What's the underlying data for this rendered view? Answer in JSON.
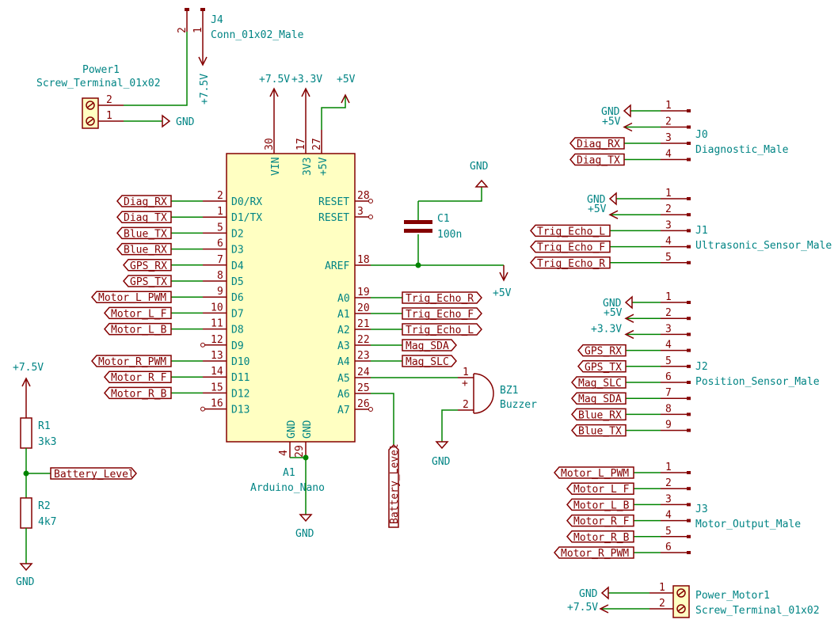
{
  "colors": {
    "wire": "#008400",
    "symbol": "#840000",
    "body_fill": "#ffffc2",
    "text": "#008484",
    "label_text": "#840000"
  },
  "power_symbols": {
    "vcc75": "+7.5V",
    "vcc33": "+3.3V",
    "vcc5": "+5V",
    "gnd": "GND"
  },
  "J4": {
    "ref": "J4",
    "value": "Conn_01x02_Male",
    "pin1": "1",
    "pin2": "2"
  },
  "Power1": {
    "ref": "Power1",
    "value": "Screw_Terminal_01x02",
    "pin1": "1",
    "pin2": "2"
  },
  "A1": {
    "ref": "A1",
    "value": "Arduino_Nano",
    "left_pins": [
      {
        "num": "2",
        "name": "D0/RX",
        "net": "Diag_RX"
      },
      {
        "num": "1",
        "name": "D1/TX",
        "net": "Diag_TX"
      },
      {
        "num": "5",
        "name": "D2",
        "net": "Blue_TX"
      },
      {
        "num": "6",
        "name": "D3",
        "net": "Blue_RX"
      },
      {
        "num": "7",
        "name": "D4",
        "net": "GPS_RX"
      },
      {
        "num": "8",
        "name": "D5",
        "net": "GPS_TX"
      },
      {
        "num": "9",
        "name": "D6",
        "net": "Motor_L_PWM"
      },
      {
        "num": "10",
        "name": "D7",
        "net": "Motor_L_F"
      },
      {
        "num": "11",
        "name": "D8",
        "net": "Motor_L_B"
      },
      {
        "num": "12",
        "name": "D9",
        "net": ""
      },
      {
        "num": "13",
        "name": "D10",
        "net": "Motor_R_PWM"
      },
      {
        "num": "14",
        "name": "D11",
        "net": "Motor_R_F"
      },
      {
        "num": "15",
        "name": "D12",
        "net": "Motor_R_B"
      },
      {
        "num": "16",
        "name": "D13",
        "net": ""
      }
    ],
    "right_pins": [
      {
        "num": "28",
        "name": "RESET",
        "net": ""
      },
      {
        "num": "3",
        "name": "RESET",
        "net": ""
      },
      {
        "num": "18",
        "name": "AREF",
        "net": ""
      },
      {
        "num": "19",
        "name": "A0",
        "net": "Trig_Echo_R"
      },
      {
        "num": "20",
        "name": "A1",
        "net": "Trig_Echo_F"
      },
      {
        "num": "21",
        "name": "A2",
        "net": "Trig_Echo_L"
      },
      {
        "num": "22",
        "name": "A3",
        "net": "Mag_SDA"
      },
      {
        "num": "23",
        "name": "A4",
        "net": "Mag_SLC"
      },
      {
        "num": "24",
        "name": "A5",
        "net": ""
      },
      {
        "num": "25",
        "name": "A6",
        "net": ""
      },
      {
        "num": "26",
        "name": "A7",
        "net": ""
      }
    ],
    "top_pins": [
      {
        "num": "30",
        "name": "VIN"
      },
      {
        "num": "17",
        "name": "3V3"
      },
      {
        "num": "27",
        "name": "+5V"
      }
    ],
    "bottom_pins": [
      {
        "num": "4",
        "name": "GND"
      },
      {
        "num": "29",
        "name": "GND"
      }
    ]
  },
  "battery_label": "Battery_Level",
  "C1": {
    "ref": "C1",
    "value": "100n"
  },
  "BZ1": {
    "ref": "BZ1",
    "value": "Buzzer",
    "pin1": "1",
    "pin2": "2"
  },
  "R1": {
    "ref": "R1",
    "value": "3k3"
  },
  "R2": {
    "ref": "R2",
    "value": "4k7"
  },
  "J0": {
    "ref": "J0",
    "value": "Diagnostic_Male",
    "pins": [
      {
        "num": "1",
        "net": "GND",
        "kind": "gnd"
      },
      {
        "num": "2",
        "net": "+5V",
        "kind": "pwr"
      },
      {
        "num": "3",
        "net": "Diag_RX",
        "kind": "label"
      },
      {
        "num": "4",
        "net": "Diag_TX",
        "kind": "label"
      }
    ]
  },
  "J1": {
    "ref": "J1",
    "value": "Ultrasonic_Sensor_Male",
    "pins": [
      {
        "num": "1",
        "net": "GND",
        "kind": "gnd"
      },
      {
        "num": "2",
        "net": "+5V",
        "kind": "pwr"
      },
      {
        "num": "3",
        "net": "Trig_Echo_L",
        "kind": "label"
      },
      {
        "num": "4",
        "net": "Trig_Echo_F",
        "kind": "label"
      },
      {
        "num": "5",
        "net": "Trig_Echo_R",
        "kind": "label"
      }
    ]
  },
  "J2": {
    "ref": "J2",
    "value": "Position_Sensor_Male",
    "pins": [
      {
        "num": "1",
        "net": "GND",
        "kind": "gnd"
      },
      {
        "num": "2",
        "net": "+5V",
        "kind": "pwr"
      },
      {
        "num": "3",
        "net": "+3.3V",
        "kind": "pwr"
      },
      {
        "num": "4",
        "net": "GPS_RX",
        "kind": "label"
      },
      {
        "num": "5",
        "net": "GPS_TX",
        "kind": "label"
      },
      {
        "num": "6",
        "net": "Mag_SLC",
        "kind": "label"
      },
      {
        "num": "7",
        "net": "Mag_SDA",
        "kind": "label"
      },
      {
        "num": "8",
        "net": "Blue_RX",
        "kind": "label"
      },
      {
        "num": "9",
        "net": "Blue_TX",
        "kind": "label"
      }
    ]
  },
  "J3": {
    "ref": "J3",
    "value": "Motor_Output_Male",
    "pins": [
      {
        "num": "1",
        "net": "Motor_L_PWM",
        "kind": "label"
      },
      {
        "num": "2",
        "net": "Motor_L_F",
        "kind": "label"
      },
      {
        "num": "3",
        "net": "Motor_L_B",
        "kind": "label"
      },
      {
        "num": "4",
        "net": "Motor_R_F",
        "kind": "label"
      },
      {
        "num": "5",
        "net": "Motor_R_B",
        "kind": "label"
      },
      {
        "num": "6",
        "net": "Motor_R_PWM",
        "kind": "label"
      }
    ]
  },
  "Power_Motor1": {
    "ref": "Power_Motor1",
    "value": "Screw_Terminal_01x02",
    "pins": [
      {
        "num": "1",
        "net": "GND",
        "kind": "gnd"
      },
      {
        "num": "2",
        "net": "+7.5V",
        "kind": "pwr"
      }
    ]
  }
}
